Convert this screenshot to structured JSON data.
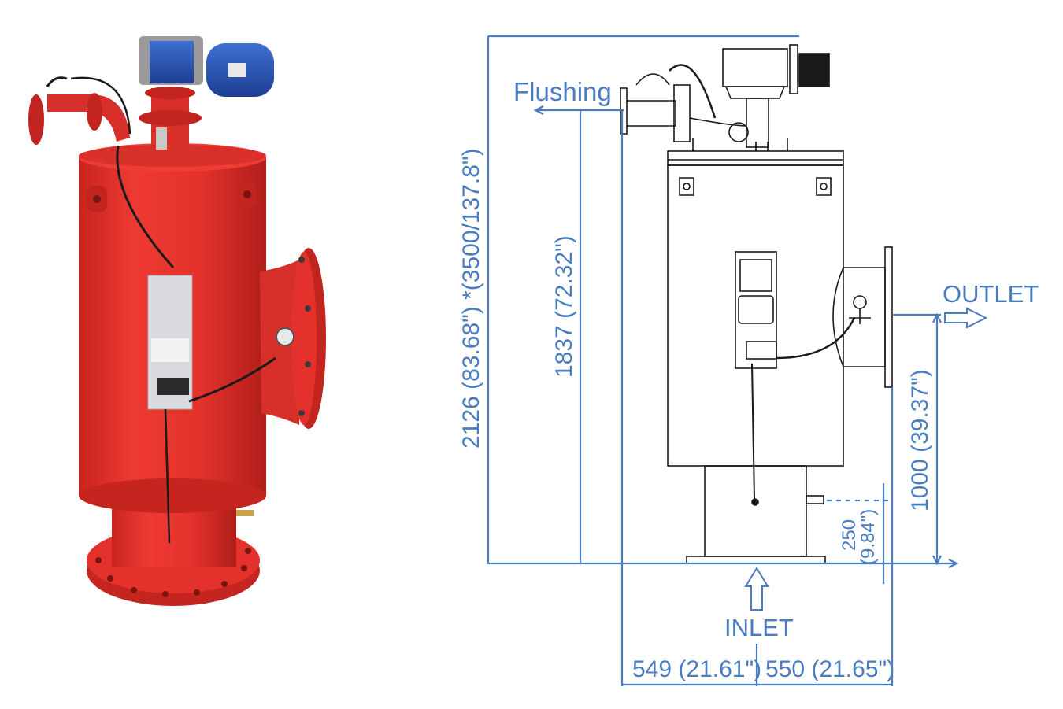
{
  "photo": {
    "subject": "automatic self-cleaning filter",
    "colors": {
      "body": "#e4312b",
      "body_shadow": "#b8211c",
      "motor": "#2a56b8",
      "gearbox": "#9a9a9a",
      "panel": "#d9dbdf"
    }
  },
  "drawing": {
    "labels": {
      "flushing": "Flushing",
      "outlet": "OUTLET",
      "inlet": "INLET"
    },
    "dimensions": {
      "total_height": "2126 (83.68\") *(3500/137.8\")",
      "flushing_height": "1837 (72.32\")",
      "outlet_height": "1000 (39.37\")",
      "drain_height_mm": "250",
      "drain_height_in": "(9.84\")",
      "width_left": "549 (21.61\")",
      "width_right": "550 (21.65\")"
    },
    "colors": {
      "dimension": "#4a7cc0",
      "line": "#1a1a1a"
    }
  }
}
